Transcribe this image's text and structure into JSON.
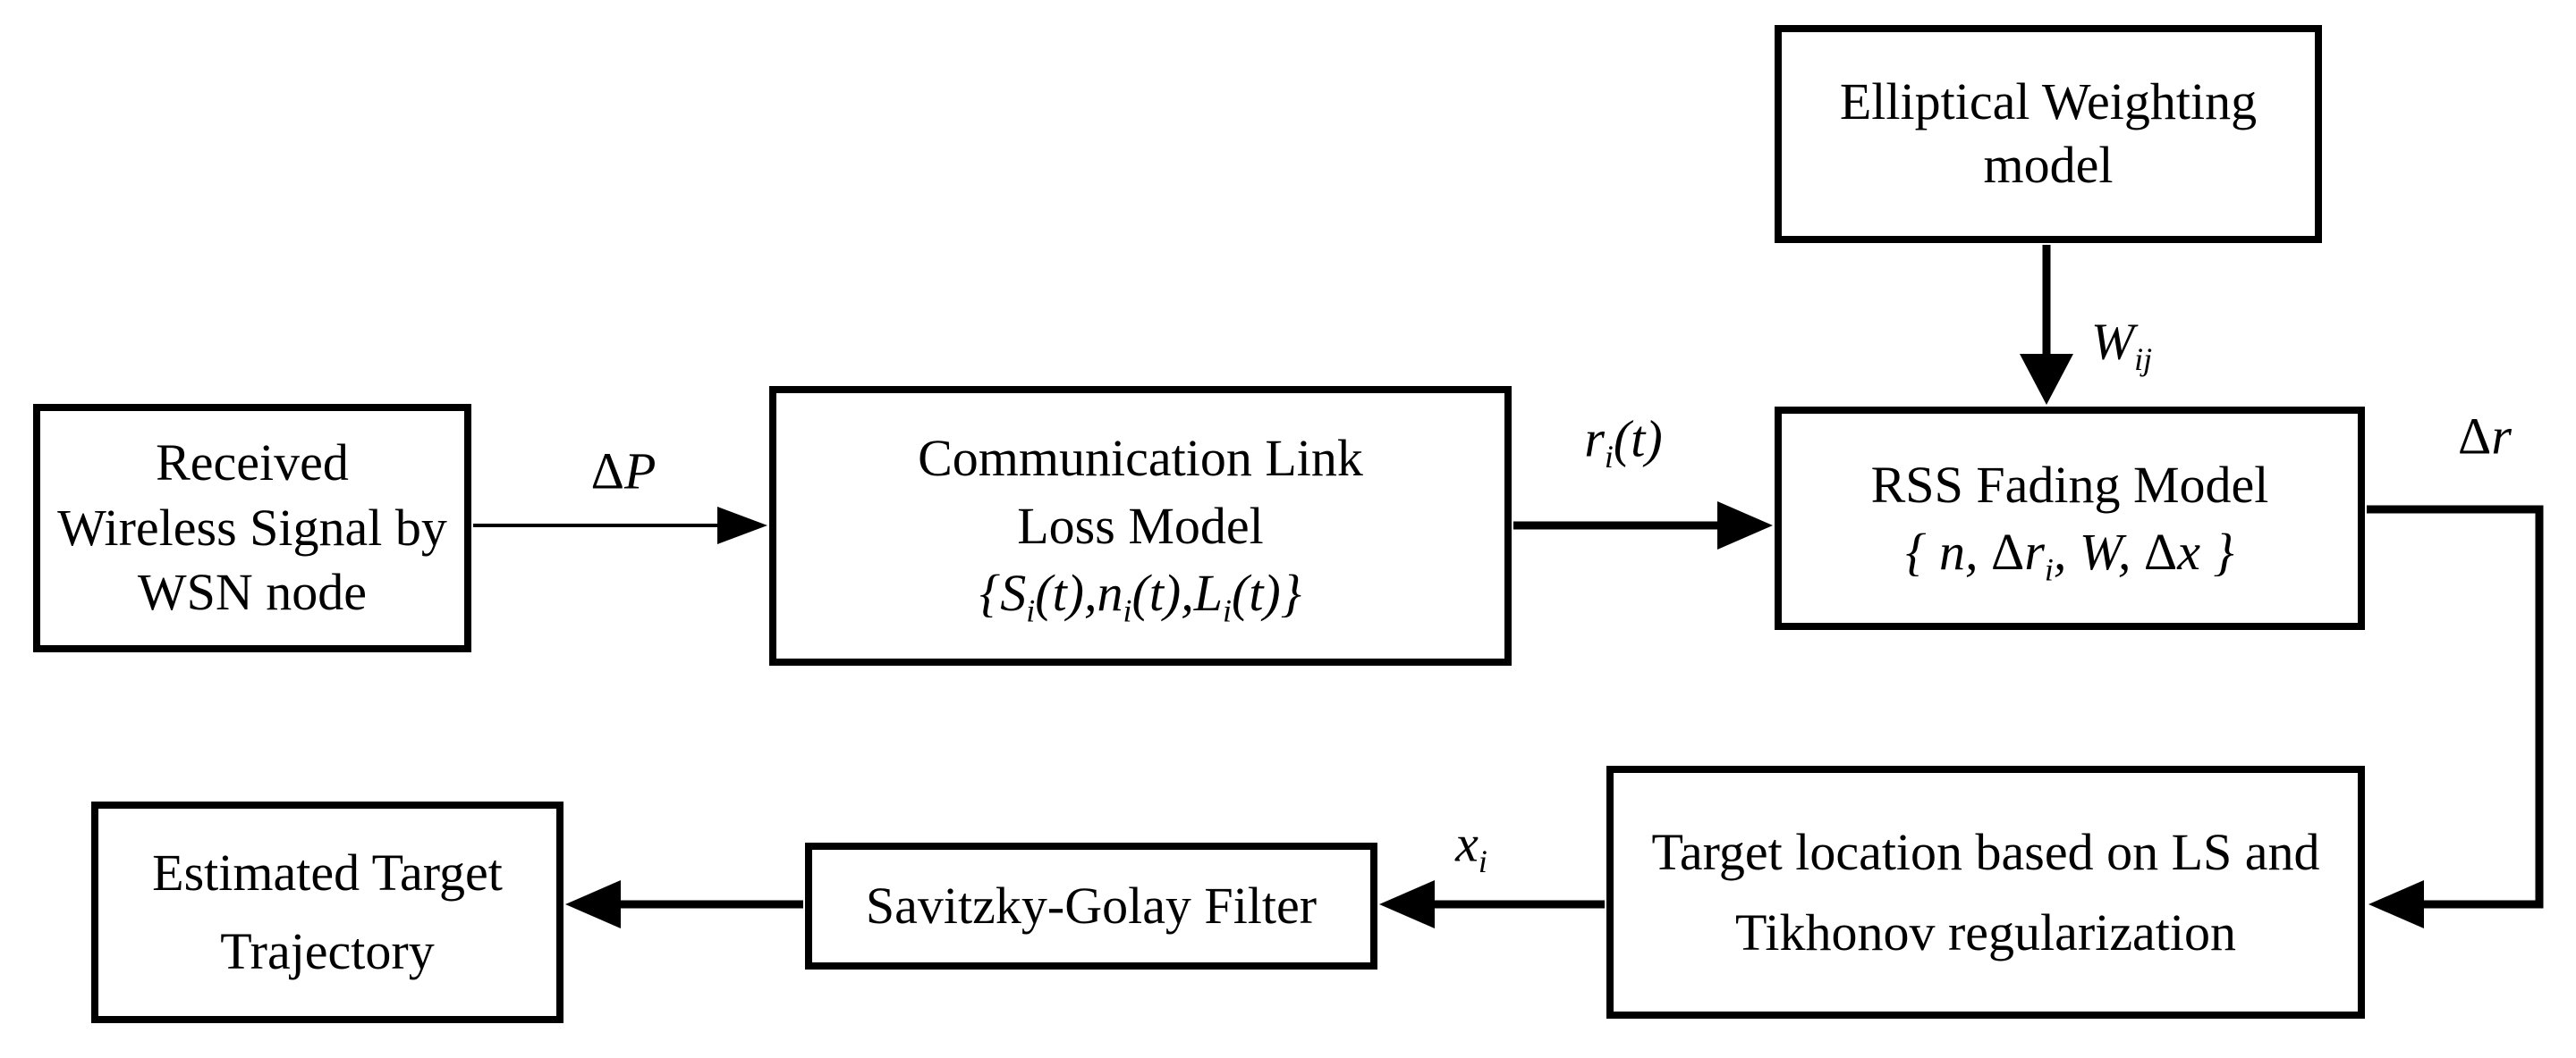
{
  "diagram": {
    "title": "RSS-based target tracking block diagram",
    "ink_color": "#000000",
    "background_color": "#ffffff",
    "boxes": {
      "received": {
        "label": "Received\nWireless Signal by\nWSN node"
      },
      "comm": {
        "line1": "Communication Link",
        "line2": "Loss Model",
        "formula": "{S_{i}(t),n_{i}(t),L_{i}(t)}"
      },
      "elliptical": {
        "label": "Elliptical Weighting\nmodel"
      },
      "rss": {
        "line1": "RSS Fading Model",
        "formula": "{ n, Δr_{i}, W, Δx }"
      },
      "target": {
        "label": "Target location based on LS and\nTikhonov regularization"
      },
      "savitzky": {
        "label": "Savitzky-Golay Filter"
      },
      "estimated": {
        "label": "Estimated Target\nTrajectory"
      }
    },
    "arrow_labels": {
      "delta_p": "ΔP",
      "r_i_t": "r_{i}(t)",
      "w_ij": "W_{ij}",
      "delta_r": "Δr",
      "x_i": "x_{i}"
    }
  }
}
